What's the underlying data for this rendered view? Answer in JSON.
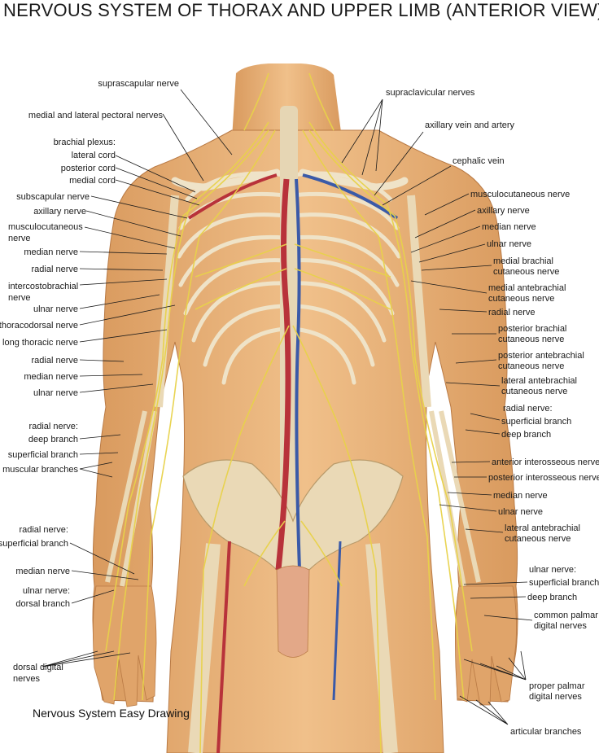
{
  "title": "NERVOUS SYSTEM OF THORAX AND UPPER LIMB (ANTERIOR VIEW)",
  "caption": "Nervous System Easy Drawing",
  "colors": {
    "skin": "#e8b07a",
    "skin_dark": "#c98a52",
    "nerve": "#e8d24a",
    "artery": "#b8323a",
    "vein": "#3a5aa8",
    "bone": "#efe3c8"
  },
  "labels_left": {
    "suprascapular": "suprascapular nerve",
    "pectoral": "medial and lateral pectoral nerves",
    "plexus": "brachial plexus:",
    "lateral_cord": "lateral cord",
    "posterior_cord": "posterior cord",
    "medial_cord": "medial cord",
    "subscapular": "subscapular nerve",
    "axillary": "axillary nerve",
    "musculocutaneous_1": "musculocutaneous",
    "musculocutaneous_2": "nerve",
    "median_1": "median nerve",
    "radial_1": "radial nerve",
    "intercostobrachial_1": "intercostobrachial",
    "intercostobrachial_2": "nerve",
    "ulnar_1": "ulnar nerve",
    "thoracodorsal": "thoracodorsal nerve",
    "long_thoracic": "long thoracic nerve",
    "radial_2": "radial nerve",
    "median_2": "median nerve",
    "ulnar_2": "ulnar nerve",
    "radial_deep_1": "radial nerve:",
    "radial_deep_2": "deep branch",
    "superficial": "superficial branch",
    "muscular": "muscular branches",
    "radial_sup_1": "radial nerve:",
    "radial_sup_2": "superficial branch",
    "median_3": "median nerve",
    "ulnar_dorsal_1": "ulnar nerve:",
    "ulnar_dorsal_2": "dorsal branch",
    "dorsal_digital_1": "dorsal digital",
    "dorsal_digital_2": "nerves"
  },
  "labels_right": {
    "supraclavicular": "supraclavicular nerves",
    "axillary_vein": "axillary vein and artery",
    "cephalic": "cephalic vein",
    "musculocutaneous": "musculocutaneous nerve",
    "axillary": "axillary nerve",
    "median_1": "median nerve",
    "ulnar_1": "ulnar nerve",
    "med_brachial_1": "medial brachial",
    "med_brachial_2": "cutaneous nerve",
    "med_antebrachial_1": "medial antebrachial",
    "med_antebrachial_2": "cutaneous nerve",
    "radial_1": "radial nerve",
    "post_brachial_1": "posterior brachial",
    "post_brachial_2": "cutaneous nerve",
    "post_antebrachial_1": "posterior antebrachial",
    "post_antebrachial_2": "cutaneous nerve",
    "lat_antebrachial_1": "lateral antebrachial",
    "lat_antebrachial_2": "cutaneous nerve",
    "radial_sup_1": "radial nerve:",
    "radial_sup_2": "superficial branch",
    "deep_1": "deep branch",
    "ant_interosseous": "anterior interosseous nerve",
    "post_interosseous": "posterior interosseous nerve",
    "median_2": "median nerve",
    "ulnar_2": "ulnar nerve",
    "lat_antebrachial_b1": "lateral antebrachial",
    "lat_antebrachial_b2": "cutaneous nerve",
    "ulnar_sup_1": "ulnar nerve:",
    "ulnar_sup_2": "superficial branch",
    "deep_2": "deep branch",
    "common_palmar_1": "common palmar",
    "common_palmar_2": "digital nerves",
    "proper_palmar_1": "proper palmar",
    "proper_palmar_2": "digital nerves",
    "articular": "articular branches"
  }
}
